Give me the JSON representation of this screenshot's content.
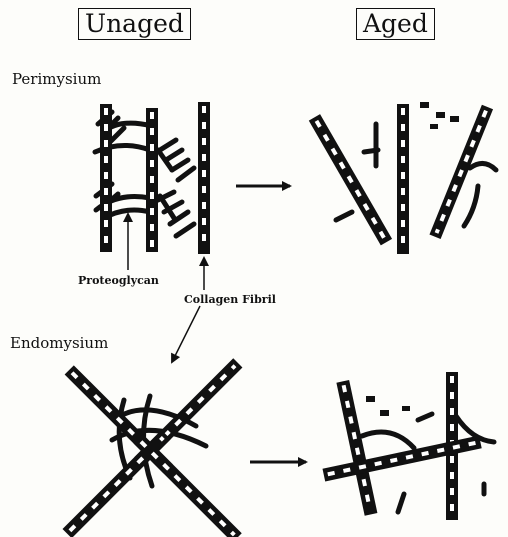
{
  "headings": {
    "unaged": "Unaged",
    "aged": "Aged"
  },
  "sections": {
    "perimysium": "Perimysium",
    "endomysium": "Endomysium"
  },
  "callouts": {
    "proteoglycan": "Proteoglycan",
    "collagen_fibril": "Collagen Fibril"
  }
}
